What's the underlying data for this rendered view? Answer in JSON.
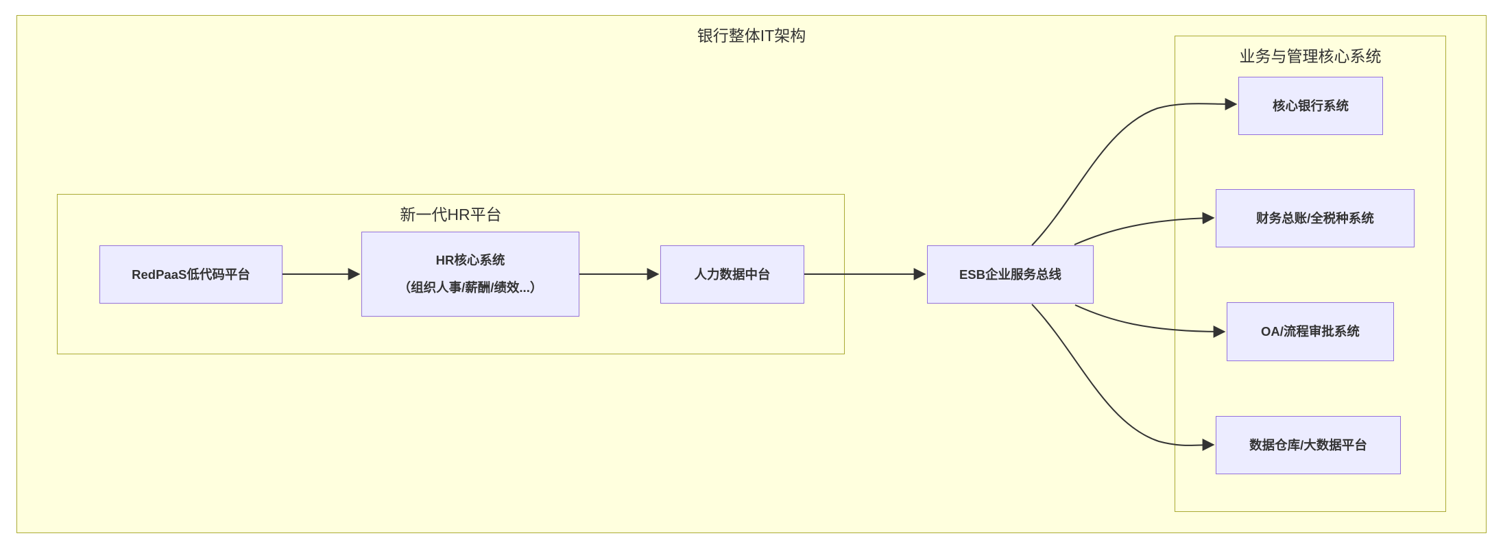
{
  "diagram": {
    "title": "银行整体IT架构",
    "hr_platform": {
      "title": "新一代HR平台"
    },
    "core_systems": {
      "title": "业务与管理核心系统"
    },
    "nodes": {
      "redpaas": {
        "label": "RedPaaS低代码平台"
      },
      "hr_core": {
        "line1": "HR核心系统",
        "line2": "（组织人事/薪酬/绩效...）"
      },
      "hr_data": {
        "label": "人力数据中台"
      },
      "esb": {
        "label": "ESB企业服务总线"
      },
      "core_banking": {
        "label": "核心银行系统"
      },
      "finance": {
        "label": "财务总账/全税种系统"
      },
      "oa": {
        "label": "OA/流程审批系统"
      },
      "dw": {
        "label": "数据仓库/大数据平台"
      }
    },
    "edges": [
      {
        "from": "RedPaaS低代码平台",
        "to": "HR核心系统（组织人事/薪酬/绩效...）"
      },
      {
        "from": "HR核心系统（组织人事/薪酬/绩效...）",
        "to": "人力数据中台"
      },
      {
        "from": "人力数据中台",
        "to": "ESB企业服务总线"
      },
      {
        "from": "ESB企业服务总线",
        "to": "核心银行系统"
      },
      {
        "from": "ESB企业服务总线",
        "to": "财务总账/全税种系统"
      },
      {
        "from": "ESB企业服务总线",
        "to": "OA/流程审批系统"
      },
      {
        "from": "ESB企业服务总线",
        "to": "数据仓库/大数据平台"
      }
    ],
    "colors": {
      "node_fill": "#ECECFF",
      "node_border": "#9370DB",
      "container_fill": "#FFFFDE",
      "container_border": "#AAAA33",
      "edge": "#333333",
      "text": "#333333",
      "canvas": "#FFFFFF"
    }
  }
}
